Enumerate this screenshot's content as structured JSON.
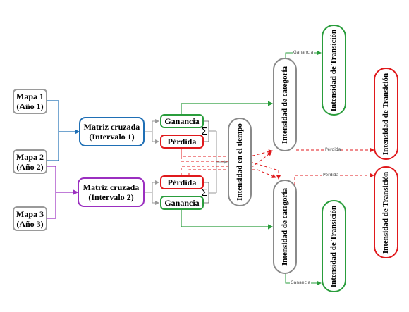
{
  "colors": {
    "map_border": "#9a9a9a",
    "interval1": "#1f6fb5",
    "interval2": "#9b2fc0",
    "gain": "#2a9d3c",
    "loss": "#e0191c",
    "time": "#8a8a8a",
    "connector": "#9a9a9a"
  },
  "maps": [
    {
      "line1": "Mapa 1",
      "line2": "(Año 1)"
    },
    {
      "line1": "Mapa 2",
      "line2": "(Año 2)"
    },
    {
      "line1": "Mapa 3",
      "line2": "(Año 3)"
    }
  ],
  "matrices": [
    {
      "line1": "Matriz cruzada",
      "line2": "(Intervalo 1)"
    },
    {
      "line1": "Matriz cruzada",
      "line2": "(Intervalo 2)"
    }
  ],
  "interval1": {
    "gain": "Ganancia",
    "loss": "Pérdida"
  },
  "interval2": {
    "loss": "Pérdida",
    "gain": "Ganancia"
  },
  "sigma": "∑",
  "time_intensity": "Intensidad en el tiempo",
  "category_intensity": "Intensidad de categoría",
  "transition_intensity": "Intensidad de Transición",
  "arrow_labels": {
    "gain": "Ganancia",
    "loss": "Pérdida"
  }
}
